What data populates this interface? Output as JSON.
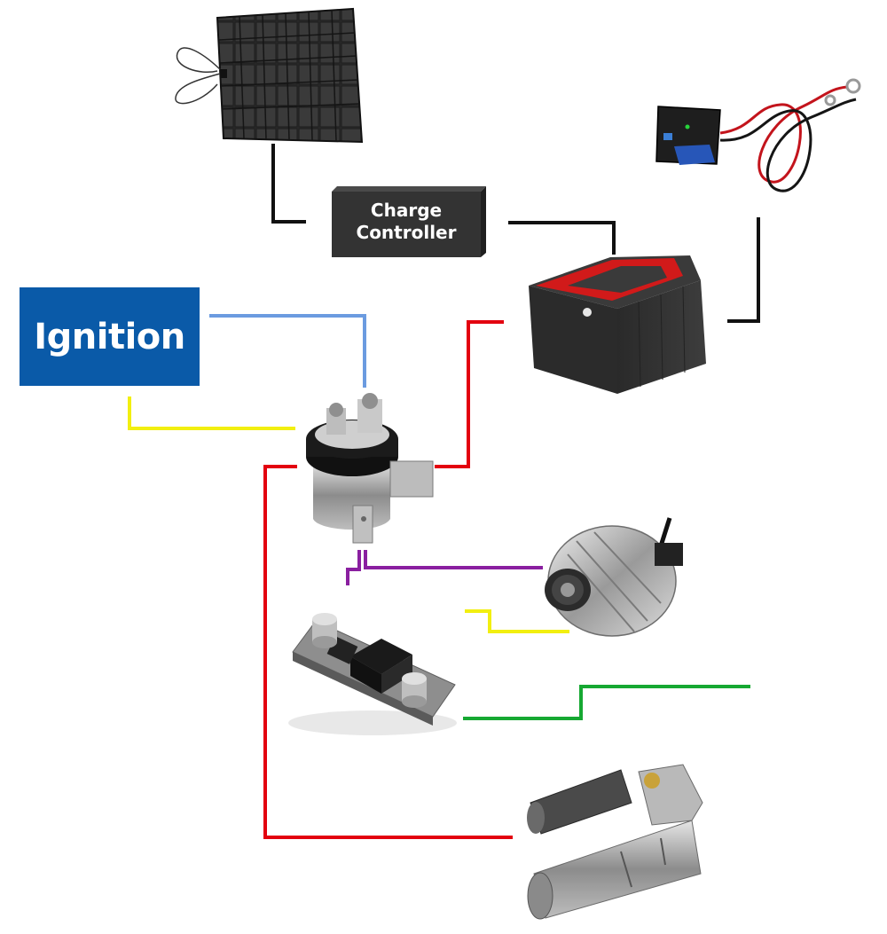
{
  "labels": {
    "ignition": "Ignition",
    "charge_controller": "Charge\nController"
  },
  "colors": {
    "ignition_bg": "#0a5aa8",
    "blue_wire": "#6b9be0",
    "yellow_wire": "#f2ef10",
    "red_wire": "#e3000f",
    "black_wire": "#111111",
    "purple_wire": "#8a1fa0",
    "green_wire": "#16a832"
  },
  "components": [
    {
      "id": "solar-panel",
      "icon": "solar-panel-icon"
    },
    {
      "id": "charge-controller",
      "icon": "charge-controller-box"
    },
    {
      "id": "battery-monitor",
      "icon": "battery-monitor-icon"
    },
    {
      "id": "battery",
      "icon": "car-battery-icon"
    },
    {
      "id": "ignition",
      "icon": "ignition-label"
    },
    {
      "id": "solenoid-relay",
      "icon": "solenoid-relay-icon"
    },
    {
      "id": "alternator",
      "icon": "alternator-icon"
    },
    {
      "id": "dc-dc-converter",
      "icon": "converter-board-icon"
    },
    {
      "id": "starter-motor",
      "icon": "starter-motor-icon"
    }
  ]
}
